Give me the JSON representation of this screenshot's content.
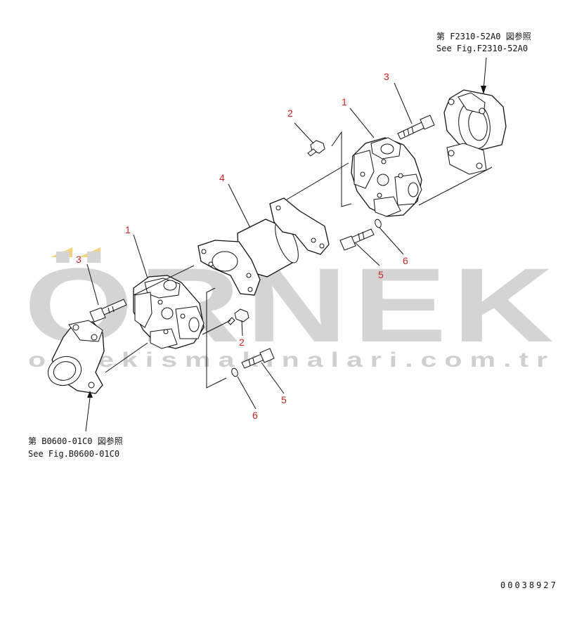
{
  "watermark": {
    "brand": "ÖRNEK",
    "url": "ornekismakinalari.com.tr",
    "accent_color": "#f2d27a",
    "text_color": "#d4d4d4"
  },
  "references": {
    "top_right_jp": "第 F2310-52A0 図参照",
    "top_right_en": "See Fig.F2310-52A0",
    "bottom_left_jp": "第 B0600-01C0 図参照",
    "bottom_left_en": "See Fig.B0600-01C0"
  },
  "callouts": {
    "c1_top": "1",
    "c2_top": "2",
    "c3_top": "3",
    "c4": "4",
    "c5_right": "5",
    "c6_right": "6",
    "c1_left": "1",
    "c2_mid": "2",
    "c3_left": "3",
    "c5_low": "5",
    "c6_low": "6"
  },
  "figure_number": "00038927",
  "callout_color": "#c8221d"
}
